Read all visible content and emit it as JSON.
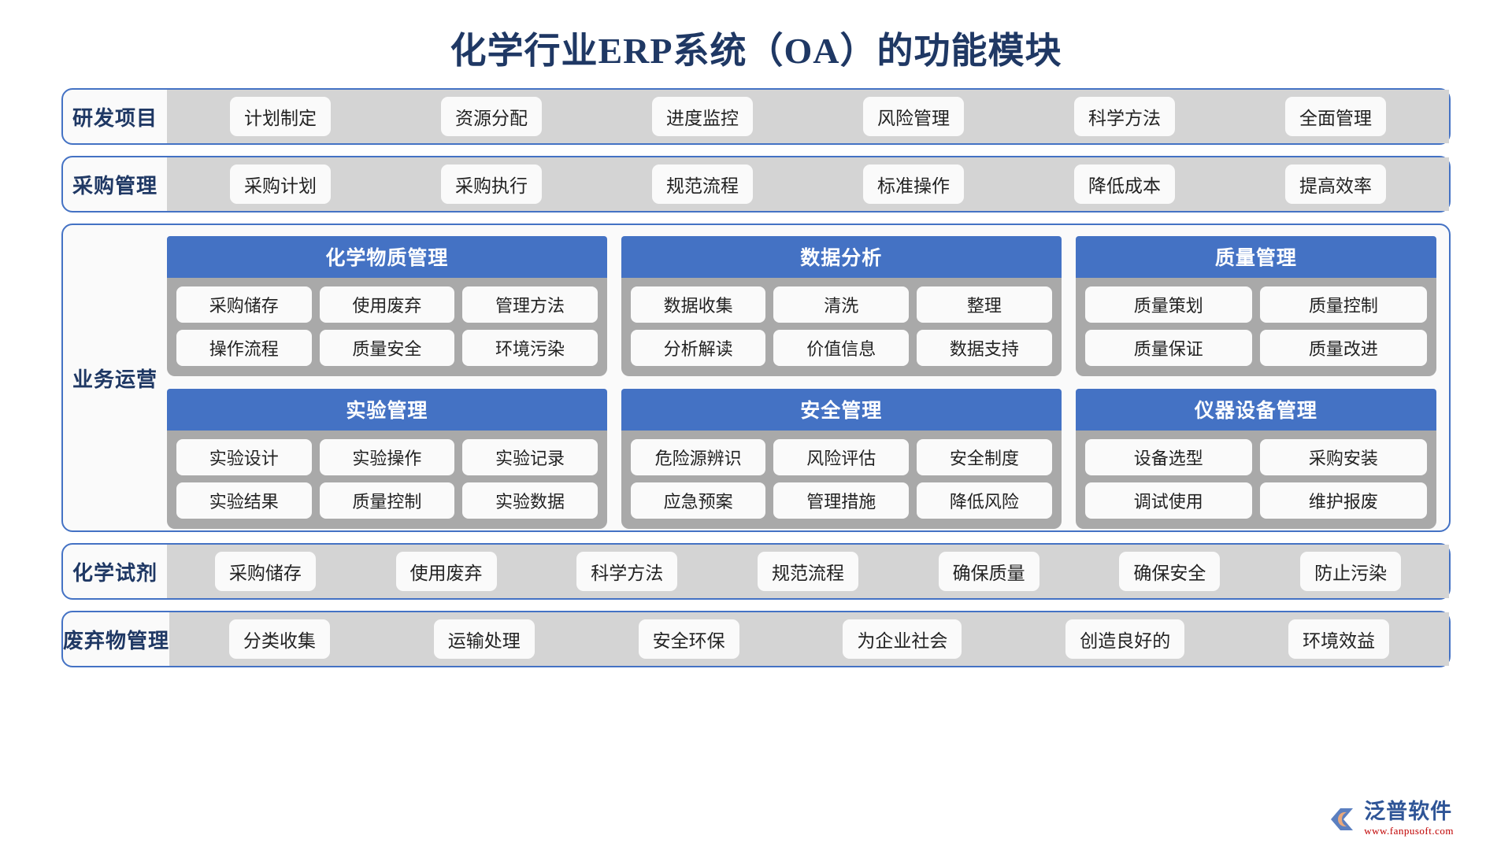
{
  "title": "化学行业ERP系统（OA）的功能模块",
  "colors": {
    "title_text": "#1F3864",
    "band_border": "#4472C4",
    "panel_header": "#4472C4",
    "panel_body": "#A9A9A9",
    "strip_bg": "#D4D4D4",
    "pill_bg": "#FAFAFA",
    "logo_blue": "#2F5597",
    "logo_orange": "#E8A87C",
    "logo_url_red": "#C00000"
  },
  "rows": {
    "rd": {
      "label": "研发项目",
      "items": [
        "计划制定",
        "资源分配",
        "进度监控",
        "风险管理",
        "科学方法",
        "全面管理"
      ]
    },
    "purchase": {
      "label": "采购管理",
      "items": [
        "采购计划",
        "采购执行",
        "规范流程",
        "标准操作",
        "降低成本",
        "提高效率"
      ]
    },
    "reagent": {
      "label": "化学试剂",
      "items": [
        "采购储存",
        "使用废弃",
        "科学方法",
        "规范流程",
        "确保质量",
        "确保安全",
        "防止污染"
      ]
    },
    "waste": {
      "label": "废弃物管理",
      "items": [
        "分类收集",
        "运输处理",
        "安全环保",
        "为企业社会",
        "创造良好的",
        "环境效益"
      ]
    }
  },
  "operations": {
    "label": "业务运营",
    "panels": [
      {
        "title": "化学物质管理",
        "rows": [
          [
            "采购储存",
            "使用废弃",
            "管理方法"
          ],
          [
            "操作流程",
            "质量安全",
            "环境污染"
          ]
        ]
      },
      {
        "title": "数据分析",
        "rows": [
          [
            "数据收集",
            "清洗",
            "整理"
          ],
          [
            "分析解读",
            "价值信息",
            "数据支持"
          ]
        ]
      },
      {
        "title": "质量管理",
        "rows": [
          [
            "质量策划",
            "质量控制"
          ],
          [
            "质量保证",
            "质量改进"
          ]
        ]
      },
      {
        "title": "实验管理",
        "rows": [
          [
            "实验设计",
            "实验操作",
            "实验记录"
          ],
          [
            "实验结果",
            "质量控制",
            "实验数据"
          ]
        ]
      },
      {
        "title": "安全管理",
        "rows": [
          [
            "危险源辨识",
            "风险评估",
            "安全制度"
          ],
          [
            "应急预案",
            "管理措施",
            "降低风险"
          ]
        ]
      },
      {
        "title": "仪器设备管理",
        "rows": [
          [
            "设备选型",
            "采购安装"
          ],
          [
            "调试使用",
            "维护报废"
          ]
        ]
      }
    ]
  },
  "footer": {
    "logo_name": "泛普软件",
    "logo_url": "www.fanpusoft.com"
  }
}
